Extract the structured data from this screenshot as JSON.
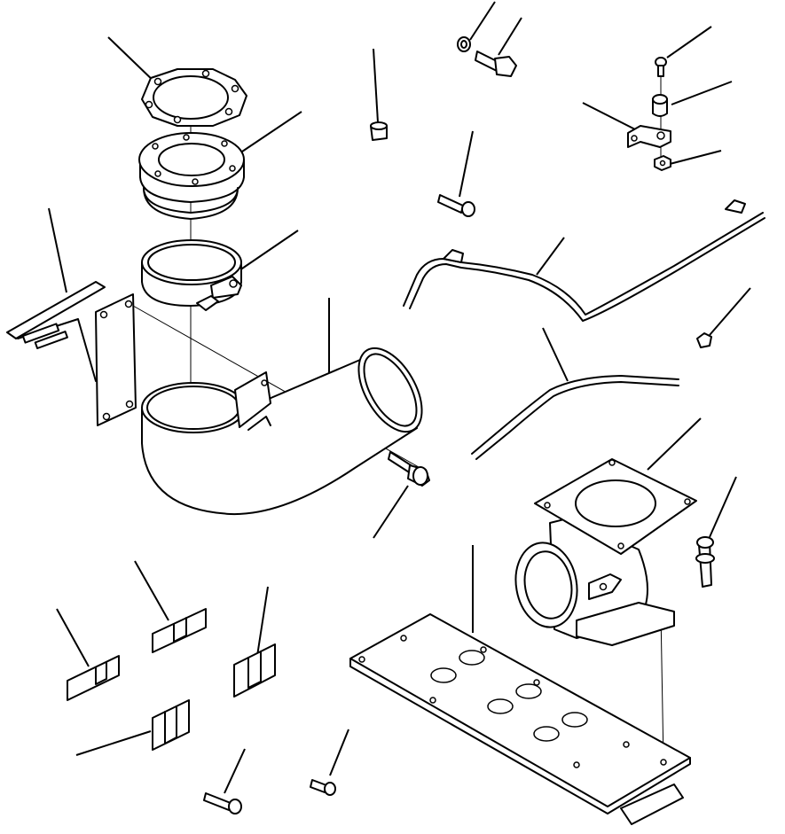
{
  "diagram": {
    "kind": "exploded-parts-view",
    "background": "#ffffff",
    "line_color": "#000000",
    "parts": [
      "gasket-6-hole",
      "flange-connector",
      "seal-ring",
      "hose-clamp",
      "bracket-plate",
      "elbow-pipe",
      "flange-bolt",
      "plug",
      "bolt-with-washer",
      "small-screw",
      "bolt",
      "spacer",
      "angle-bracket",
      "nut",
      "tube-upper",
      "clip-nut",
      "tube-lower",
      "elbow-outlet",
      "bolt-right",
      "base-plate",
      "shim-1",
      "shim-2",
      "shim-3",
      "shim-4",
      "screw-bottom-left",
      "screw-bottom-center"
    ]
  }
}
